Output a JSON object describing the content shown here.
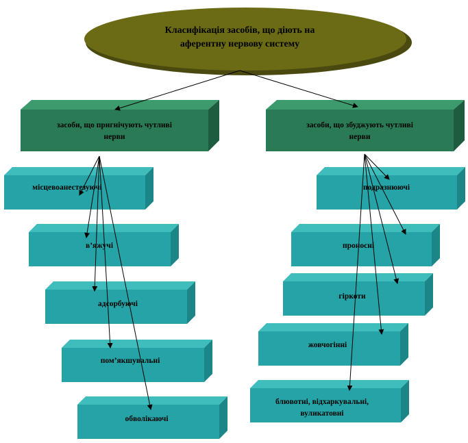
{
  "colors": {
    "ellipse_fill": "#6b6b16",
    "ellipse_side": "#4a4a10",
    "category_front": "#2a7a55",
    "category_top": "#3c9a6d",
    "category_side": "#1e5c3f",
    "item_front": "#26a3a6",
    "item_top": "#3fbcbc",
    "item_side": "#1c8588",
    "arrow": "#000000"
  },
  "root": {
    "line1": "Класифікація засобів, що діють на",
    "line2": "аферентну нервову систему"
  },
  "categories": [
    {
      "id": "inhibit",
      "line1": "засоби, що пригнічують  чутливі",
      "line2": "нерви",
      "items": [
        {
          "label": "місцевоанестезуючі"
        },
        {
          "label": "в’яжучі"
        },
        {
          "label": "адсорбуючі"
        },
        {
          "label": "пом’якшувальні"
        },
        {
          "label": "обволікаючі"
        }
      ]
    },
    {
      "id": "excite",
      "line1": "засоби, що збуджують чутливі",
      "line2": "нерви",
      "items": [
        {
          "label": "подразнюючі"
        },
        {
          "label": "проносні"
        },
        {
          "label": "гіркоти"
        },
        {
          "label": "жовчогінні"
        },
        {
          "label": "блювотні, відхаркувальні,",
          "label2": "вуликатовні"
        }
      ]
    }
  ]
}
